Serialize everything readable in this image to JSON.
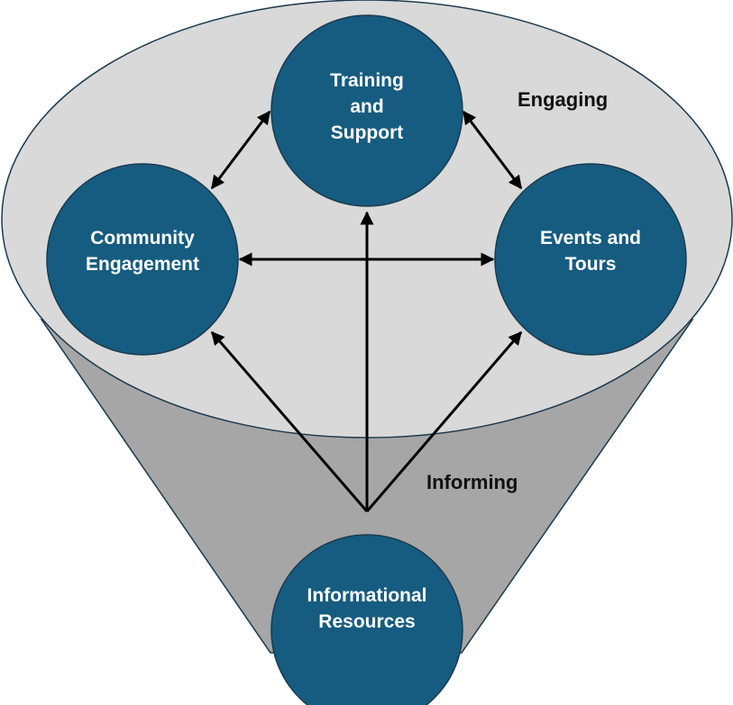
{
  "colors": {
    "node_fill": "#165C80",
    "node_stroke": "#1B3A4F",
    "top_fill": "#D9D9D9",
    "cone_fill": "#A6A6A6",
    "arrow": "#000000"
  },
  "stages": {
    "engaging": "Engaging",
    "informing": "Informing"
  },
  "nodes": {
    "training": [
      "Training",
      "and",
      "Support"
    ],
    "community": [
      "Community",
      "Engagement"
    ],
    "events": [
      "Events and",
      "Tours"
    ],
    "informational": [
      "Informational",
      "Resources"
    ]
  },
  "connections": [
    {
      "from": "Informational Resources",
      "to": "Community Engagement",
      "type": "one-way"
    },
    {
      "from": "Informational Resources",
      "to": "Training and Support",
      "type": "one-way"
    },
    {
      "from": "Informational Resources",
      "to": "Events and Tours",
      "type": "one-way"
    },
    {
      "from": "Community Engagement",
      "to": "Training and Support",
      "type": "two-way"
    },
    {
      "from": "Training and Support",
      "to": "Events and Tours",
      "type": "two-way"
    },
    {
      "from": "Community Engagement",
      "to": "Events and Tours",
      "type": "two-way"
    }
  ]
}
